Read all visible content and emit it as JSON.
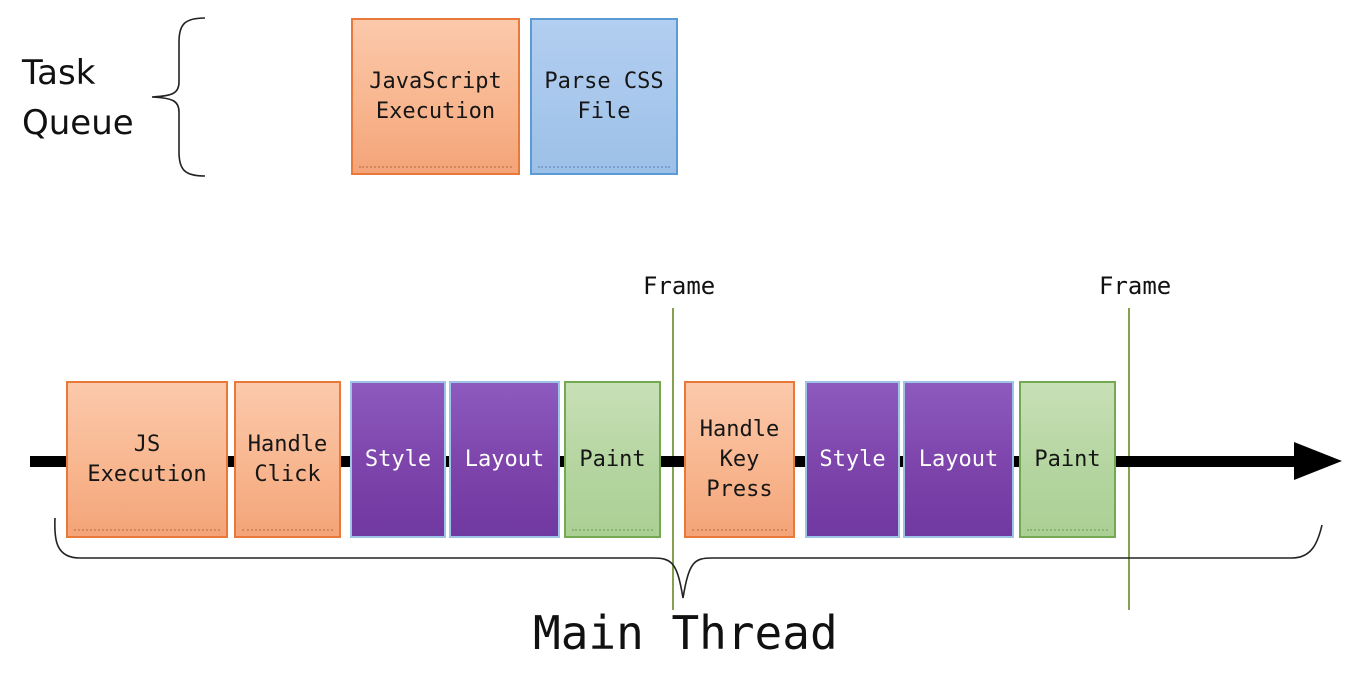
{
  "diagram": {
    "task_queue": {
      "label": "Task Queue",
      "boxes": [
        {
          "label": "JavaScript Execution",
          "color": "orange"
        },
        {
          "label": "Parse CSS File",
          "color": "blue"
        }
      ]
    },
    "frame_markers": [
      {
        "label": "Frame"
      },
      {
        "label": "Frame"
      }
    ],
    "main_thread": {
      "label": "Main Thread",
      "tasks": [
        {
          "label": "JS Execution",
          "color": "orange"
        },
        {
          "label": "Handle Click",
          "color": "orange"
        },
        {
          "label": "Style",
          "color": "purple"
        },
        {
          "label": "Layout",
          "color": "purple"
        },
        {
          "label": "Paint",
          "color": "green"
        },
        {
          "label": "Handle Key Press",
          "color": "orange"
        },
        {
          "label": "Style",
          "color": "purple"
        },
        {
          "label": "Layout",
          "color": "purple"
        },
        {
          "label": "Paint",
          "color": "green"
        }
      ]
    },
    "colors": {
      "orange_fill_top": "#FBC9AB",
      "orange_fill_bottom": "#F4A478",
      "orange_border": "#E8793B",
      "blue_fill_top": "#B2CEF0",
      "blue_fill_bottom": "#9CC0E7",
      "blue_border": "#5B9BD5",
      "purple_fill_top": "#8D5ABE",
      "purple_fill_bottom": "#7038A1",
      "purple_border": "#9DC3E6",
      "green_fill_top": "#C9E0B7",
      "green_fill_bottom": "#ABD095",
      "green_border": "#74A952",
      "frame_line": "#85A04F",
      "arrow": "#000000"
    }
  }
}
